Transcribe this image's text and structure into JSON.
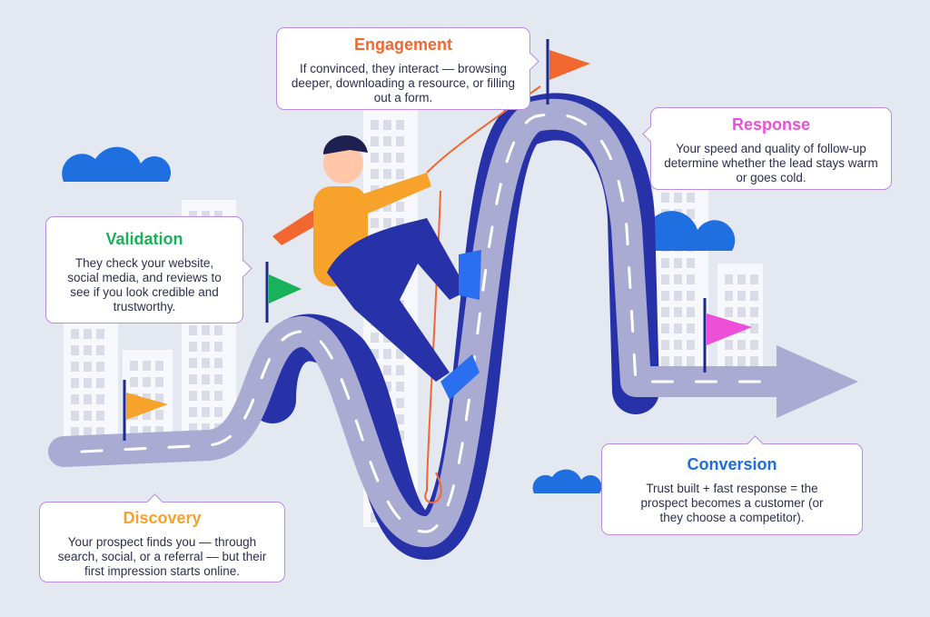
{
  "colors": {
    "background": "#e4e8f1",
    "road": "#a9abd2",
    "road_edge": "#2832a8",
    "border": "#b98be3",
    "text": "#2b2e4f"
  },
  "stages": {
    "engagement": {
      "title": "Engagement",
      "text": "If convinced, they interact — browsing deeper, downloading a resource, or filling out a form.",
      "color": "#f2672f"
    },
    "response": {
      "title": "Response",
      "text": "Your speed and quality of follow-up determine whether the lead stays warm or goes cold.",
      "color": "#ec4fd8"
    },
    "validation": {
      "title": "Validation",
      "text": "They check your website, social media, and reviews to see if you look credible and trustworthy.",
      "color": "#17b25a"
    },
    "discovery": {
      "title": "Discovery",
      "text": "Your prospect finds you — through search, social, or a referral — but their first impression starts online.",
      "color": "#f7a22a"
    },
    "conversion": {
      "title": "Conversion",
      "text": "Trust built + fast response = the prospect becomes a customer (or they choose a competitor).",
      "color": "#1d6ee0"
    }
  }
}
